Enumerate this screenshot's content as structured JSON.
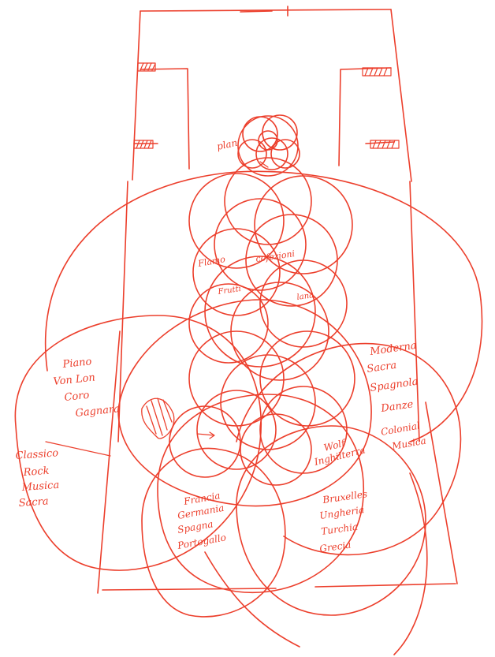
{
  "ink_color": "#ec3f2c",
  "labels": {
    "top_circle": "plan",
    "upper_left": "Flamo",
    "upper_mid": "cofezioni",
    "mid_left": "Frutti",
    "mid_right": "lana",
    "left_cluster": {
      "lines": [
        "Piano",
        "Von Lon",
        "Coro",
        "Gagnara"
      ]
    },
    "far_left": {
      "lines": [
        "Classico",
        "Rock",
        "Musica",
        "Sacra"
      ]
    },
    "right_cluster": {
      "lines": [
        "Moderna",
        "Sacra",
        "Spagnola",
        "Danze"
      ]
    },
    "right_lower": {
      "lines": [
        "Colonial",
        "Musica"
      ]
    },
    "center_right": {
      "lines": [
        "Wolf",
        "Inghilterra"
      ]
    },
    "bottom_left": {
      "lines": [
        "Francia",
        "Germania",
        "Spagna",
        "Portogallo"
      ]
    },
    "bottom_right": {
      "lines": [
        "Bruxelles",
        "Ungheria",
        "Turchia",
        "Grecia"
      ]
    }
  }
}
